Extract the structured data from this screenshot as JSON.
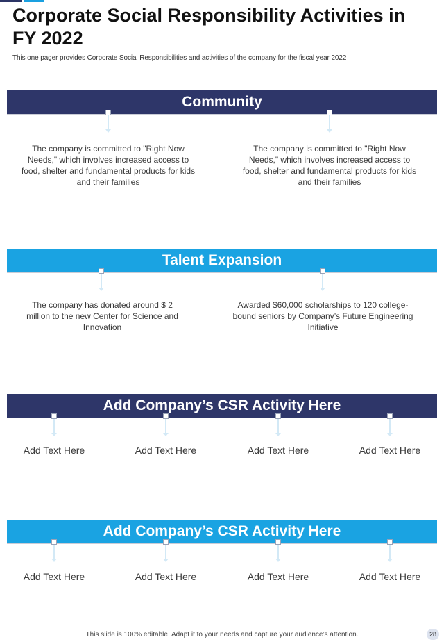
{
  "page": {
    "title": "Corporate Social Responsibility Activities in FY 2022",
    "subtitle": "This one pager provides Corporate Social Responsibilities and activities of the company for the fiscal year 2022"
  },
  "sections": [
    {
      "heading": "Community",
      "items": [
        "The company is committed to \"Right Now Needs,\" which involves increased access to food, shelter and fundamental products for kids and their families",
        "The company is committed to \"Right Now Needs,\" which involves increased access to food, shelter and fundamental products for kids and their families"
      ]
    },
    {
      "heading": "Talent Expansion",
      "items": [
        "The company has donated around $ 2 million to the new Center for Science and Innovation",
        "Awarded $60,000 scholarships to 120 college-bound seniors by Company’s Future Engineering Initiative"
      ]
    },
    {
      "heading": "Add Company’s CSR Activity Here",
      "items": [
        "Add Text Here",
        "Add Text Here",
        "Add Text Here",
        "Add Text Here"
      ]
    },
    {
      "heading": "Add Company’s CSR Activity Here",
      "items": [
        "Add Text Here",
        "Add Text Here",
        "Add Text Here",
        "Add Text Here"
      ]
    }
  ],
  "footer": {
    "note": "This slide is 100% editable. Adapt it to your needs and capture your audience’s attention.",
    "page_number": "28"
  },
  "colors": {
    "navy": "#2e3669",
    "sky_blue": "#1aa3e2"
  }
}
